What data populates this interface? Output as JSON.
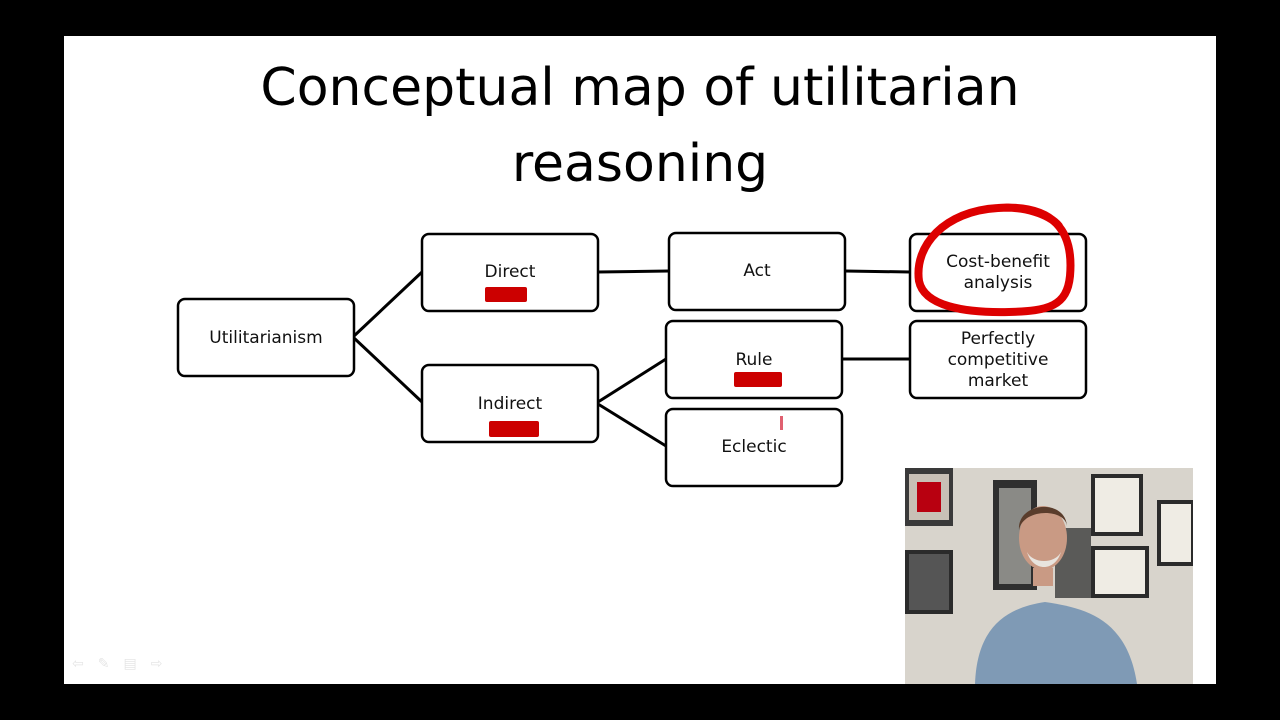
{
  "slide": {
    "title_line1": "Conceptual map of utilitarian",
    "title_line2": "reasoning"
  },
  "nodes": {
    "utilitarianism": "Utilitarianism",
    "direct": "Direct",
    "indirect": "Indirect",
    "act": "Act",
    "rule": "Rule",
    "eclectic": "Eclectic",
    "cost_benefit_line1": "Cost-benefit",
    "cost_benefit_line2": "analysis",
    "perfectly_line1": "Perfectly",
    "perfectly_line2": "competitive",
    "perfectly_line3": "market"
  },
  "annotations": {
    "highlight_color": "#cc0000",
    "circle_color": "#dd0000"
  },
  "slideshow_controls": [
    "previous-icon",
    "pen-icon",
    "menu-icon",
    "next-icon"
  ],
  "webcam": {
    "description": "presenter-video"
  }
}
